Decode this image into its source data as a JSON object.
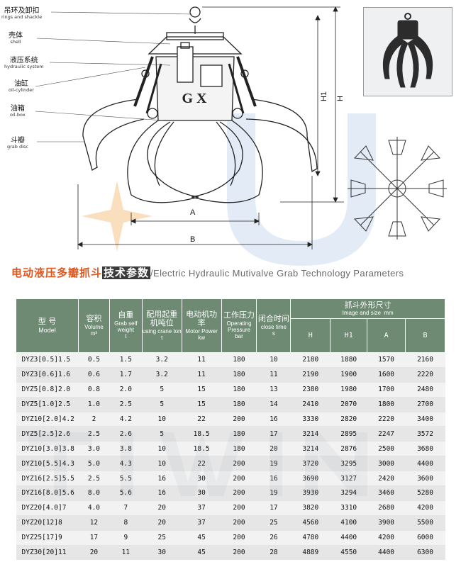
{
  "labels": [
    {
      "zh": "吊环及卸扣",
      "en": "rings and shackle"
    },
    {
      "zh": "壳体",
      "en": "shell"
    },
    {
      "zh": "液压系统",
      "en": "hydraulic system"
    },
    {
      "zh": "油缸",
      "en": "oil-cylinder"
    },
    {
      "zh": "油箱",
      "en": "oil-box"
    },
    {
      "zh": "斗瓣",
      "en": "grab disc"
    }
  ],
  "dimensions": {
    "h1": "H1",
    "h": "H",
    "a": "A",
    "b": "B"
  },
  "logo_text": "G X",
  "title": {
    "zh_plain": "电动液压多瓣抓斗",
    "zh_highlight": "技术参数",
    "en": "/Electric Hydraulic Mutivalve Grab  Technology Parameters"
  },
  "table": {
    "headers": {
      "model": {
        "zh": "型 号",
        "en": "Model"
      },
      "volume": {
        "zh": "容积",
        "en": "Volume",
        "unit": "m³"
      },
      "self_weight": {
        "zh": "自重",
        "en": "Grab self weight",
        "unit": "t"
      },
      "crane": {
        "zh": "配用起重机吨位",
        "en": "using crane ton",
        "unit": "t"
      },
      "motor": {
        "zh": "电动机功率",
        "en": "Motor Power",
        "unit": "kw"
      },
      "pressure": {
        "zh": "工作压力",
        "en": "Operating Pressure",
        "unit": "bar"
      },
      "close_time": {
        "zh": "闭合时间",
        "en": "close time",
        "unit": "s"
      },
      "size": {
        "zh": "抓斗外形尺寸",
        "en": "Image and size",
        "unit": "mm"
      },
      "h": "H",
      "h1": "H1",
      "a": "A",
      "b": "B"
    },
    "rows": [
      [
        "DYZ3[0.5]1.5",
        "0.5",
        "1.5",
        "3.2",
        "11",
        "180",
        "10",
        "2180",
        "1880",
        "1570",
        "2160"
      ],
      [
        "DYZ3[0.6]1.6",
        "0.6",
        "1.7",
        "3.2",
        "11",
        "180",
        "11",
        "2190",
        "1900",
        "1600",
        "2220"
      ],
      [
        "DYZ5[0.8]2.0",
        "0.8",
        "2.0",
        "5",
        "15",
        "180",
        "13",
        "2380",
        "1980",
        "1700",
        "2480"
      ],
      [
        "DYZ5[1.0]2.5",
        "1.0",
        "2.5",
        "5",
        "15",
        "180",
        "14",
        "2410",
        "2070",
        "1800",
        "2700"
      ],
      [
        "DYZ10[2.0]4.2",
        "2",
        "4.2",
        "10",
        "22",
        "200",
        "16",
        "3330",
        "2820",
        "2220",
        "3400"
      ],
      [
        "DYZ5[2.5]2.6",
        "2.5",
        "2.6",
        "5",
        "18.5",
        "180",
        "17",
        "3214",
        "2895",
        "2247",
        "3572"
      ],
      [
        "DYZ10[3.0]3.8",
        "3.0",
        "3.8",
        "10",
        "18.5",
        "180",
        "20",
        "3214",
        "2876",
        "2500",
        "3680"
      ],
      [
        "DYZ10[5.5]4.3",
        "5.0",
        "4.3",
        "10",
        "22",
        "200",
        "19",
        "3720",
        "3295",
        "3000",
        "4400"
      ],
      [
        "DYZ16[2.5]5.5",
        "2.5",
        "5.5",
        "16",
        "30",
        "200",
        "16",
        "3690",
        "3127",
        "2420",
        "3600"
      ],
      [
        "DYZ16[8.0]5.6",
        "8.0",
        "5.6",
        "16",
        "30",
        "200",
        "19",
        "3930",
        "3294",
        "3460",
        "5280"
      ],
      [
        "DYZ20[4.0]7",
        "4.0",
        "7",
        "20",
        "37",
        "200",
        "17",
        "3820",
        "3310",
        "2680",
        "4200"
      ],
      [
        "DYZ20[12]8",
        "12",
        "8",
        "20",
        "37",
        "200",
        "25",
        "4560",
        "4100",
        "3900",
        "5500"
      ],
      [
        "DYZ25[17]9",
        "17",
        "9",
        "25",
        "45",
        "200",
        "26",
        "4780",
        "4400",
        "4200",
        "6000"
      ],
      [
        "DYZ30[20]11",
        "20",
        "11",
        "30",
        "45",
        "200",
        "28",
        "4889",
        "4550",
        "4400",
        "6300"
      ]
    ]
  },
  "colors": {
    "title_orange": "#e2561c",
    "header_green": "#6e8a73",
    "watermark_blue": "#d6e3f2",
    "watermark_orange": "#f6c48a"
  }
}
